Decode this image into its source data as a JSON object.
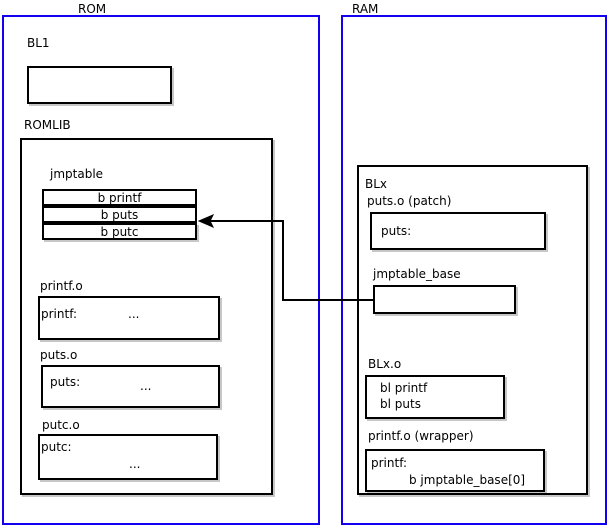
{
  "diagram": {
    "title_rom": "ROM",
    "title_ram": "RAM",
    "accent_color": "#1400f0",
    "line_color": "#000000",
    "background": "#ffffff"
  },
  "rom": {
    "label": "ROM",
    "bl1": {
      "label": "BL1",
      "content": ""
    },
    "romlib": {
      "label": "ROMLIB",
      "jmptable": {
        "label": "jmptable",
        "entries": [
          "b printf",
          "b puts",
          "b putc"
        ]
      },
      "objects": [
        {
          "label": "printf.o",
          "symbol": "printf:",
          "body": "..."
        },
        {
          "label": "puts.o",
          "symbol": "puts:",
          "body": "..."
        },
        {
          "label": "putc.o",
          "symbol": "putc:",
          "body": "..."
        }
      ]
    }
  },
  "ram": {
    "label": "RAM",
    "blx": {
      "label": "BLx",
      "patch": {
        "label": "puts.o (patch)",
        "symbol": "puts:"
      },
      "jmptable_base": {
        "label": "jmptable_base",
        "content": ""
      },
      "blx_o": {
        "label": "BLx.o",
        "lines": [
          "bl printf",
          "bl puts"
        ]
      },
      "wrapper": {
        "label": "printf.o (wrapper)",
        "symbol": "printf:",
        "instruction": "b jmptable_base[0]"
      }
    }
  },
  "connector": {
    "name": "jmptable-base-to-b-puts-arrow",
    "from": "jmptable_base",
    "to": "b puts"
  }
}
